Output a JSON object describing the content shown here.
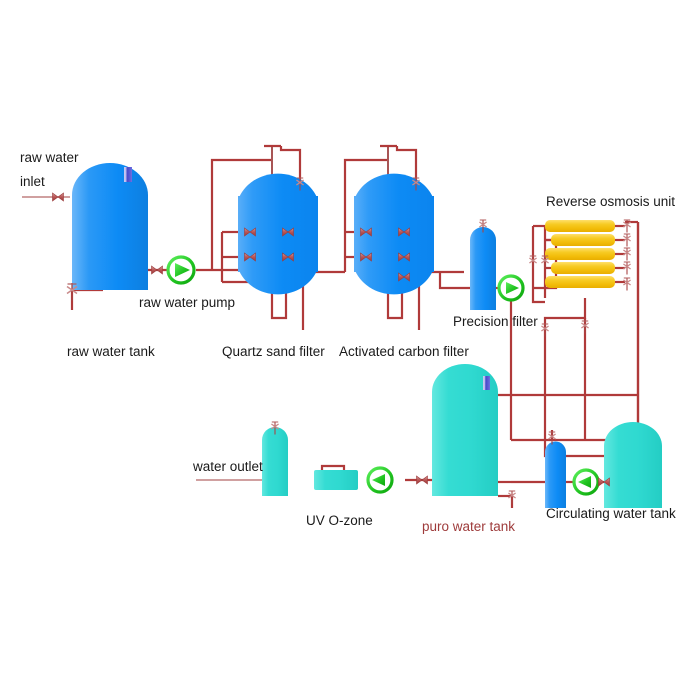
{
  "diagram": {
    "title": "Water treatment process flow diagram",
    "type": "process-flow",
    "colors": {
      "pipe": "#b03a3a",
      "pipe_dark": "#8c3030",
      "tank_blue": "#0d8bf5",
      "tank_cyan": "#2fd9d0",
      "membrane_yellow": "#f5c211",
      "pump_green": "#22c522",
      "indicator_purple": "#5b5bd6",
      "label_black": "#1a1a1a",
      "label_red": "#9e3b3b",
      "background": "#ffffff"
    },
    "labels": {
      "raw_water_inlet_line1": "raw water",
      "raw_water_inlet_line2": "inlet",
      "raw_water_tank": "raw water tank",
      "raw_water_pump": "raw water pump",
      "quartz_sand_filter": "Quartz sand filter",
      "activated_carbon_filter": "Activated carbon filter",
      "precision_filter": "Precision filter",
      "reverse_osmosis_unit": "Reverse osmosis unit",
      "circulating_water_tank": "Circulating water tank",
      "puro_water_tank": "puro water tank",
      "uv_ozone": "UV O-zone",
      "water_outlet": "water outlet"
    },
    "equipment": [
      {
        "id": "raw-water-tank",
        "name": "raw water tank",
        "shape": "vertical-tank",
        "color": "tank_blue",
        "has_level_indicator": true
      },
      {
        "id": "raw-water-pump",
        "name": "raw water pump",
        "shape": "centrifugal-pump",
        "color": "pump_green",
        "direction": "right"
      },
      {
        "id": "quartz-sand-filter",
        "name": "Quartz sand filter",
        "shape": "pressure-vessel",
        "color": "tank_blue",
        "valve_count": 5
      },
      {
        "id": "activated-carbon-filter",
        "name": "Activated carbon filter",
        "shape": "pressure-vessel",
        "color": "tank_blue",
        "valve_count": 5
      },
      {
        "id": "precision-filter",
        "name": "Precision filter",
        "shape": "cartridge-filter",
        "color": "tank_blue"
      },
      {
        "id": "precision-filter-pump",
        "name": "precision filter pump",
        "shape": "centrifugal-pump",
        "color": "pump_green",
        "direction": "right"
      },
      {
        "id": "reverse-osmosis-unit",
        "name": "Reverse osmosis unit",
        "shape": "membrane-rack",
        "color": "membrane_yellow",
        "membrane_count": 5
      },
      {
        "id": "circulating-water-tank",
        "name": "Circulating water tank",
        "shape": "vertical-tank",
        "color": "tank_cyan"
      },
      {
        "id": "circulating-pump",
        "name": "circulating pump",
        "shape": "centrifugal-pump",
        "color": "pump_green",
        "direction": "left"
      },
      {
        "id": "circulating-small-vessel",
        "name": "circulating small vessel",
        "shape": "small-vessel",
        "color": "tank_blue"
      },
      {
        "id": "puro-water-tank",
        "name": "puro water tank",
        "shape": "vertical-tank",
        "color": "tank_cyan",
        "has_level_indicator": true
      },
      {
        "id": "uv-ozone-pump",
        "name": "UV ozone pump",
        "shape": "centrifugal-pump",
        "color": "pump_green",
        "direction": "left"
      },
      {
        "id": "uv-ozone",
        "name": "UV O-zone",
        "shape": "box",
        "color": "tank_cyan"
      },
      {
        "id": "outlet-vessel",
        "name": "water outlet vessel",
        "shape": "small-vessel",
        "color": "tank_cyan"
      }
    ],
    "flow_sequence": [
      "raw water inlet",
      "raw water tank",
      "raw water pump",
      "Quartz sand filter",
      "Activated carbon filter",
      "Precision filter",
      "Reverse osmosis unit",
      "Circulating water tank",
      "puro water tank",
      "UV O-zone",
      "water outlet"
    ]
  }
}
